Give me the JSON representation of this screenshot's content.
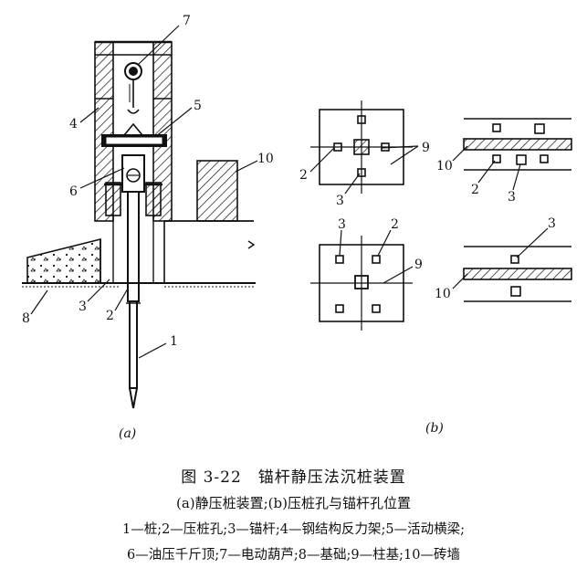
{
  "figure": {
    "title": "图 3-22　锚杆静压法沉桩装置",
    "subtitle": "(a)静压桩装置;(b)压桩孔与锚杆孔位置",
    "legend_line1": "1—桩;2—压桩孔;3—锚杆;4—钢结构反力架;5—活动横梁;",
    "legend_line2": "6—油压千斤顶;7—电动葫芦;8—基础;9—柱基;10—砖墙"
  },
  "panel_a": {
    "label": "(a)",
    "callouts": {
      "n1": "1",
      "n2": "2",
      "n3": "3",
      "n4": "4",
      "n5": "5",
      "n6": "6",
      "n7": "7",
      "n8": "8",
      "n10": "10"
    }
  },
  "panel_b": {
    "label": "(b)",
    "callouts": {
      "tl2": "2",
      "tl3": "3",
      "tl9": "9",
      "tr10": "10",
      "tr2": "2",
      "tr3": "3",
      "bl3": "3",
      "bl2": "2",
      "bl9": "9",
      "br3": "3",
      "br10": "10"
    }
  }
}
